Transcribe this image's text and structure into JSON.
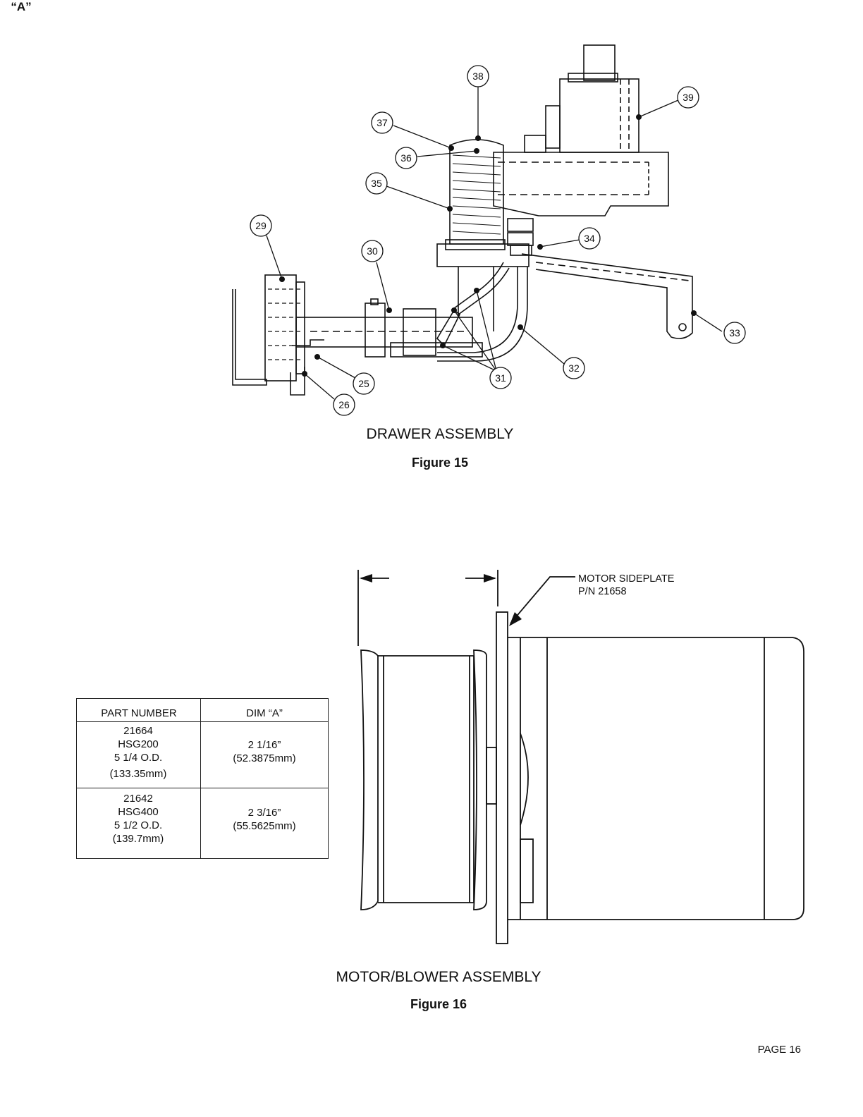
{
  "figure15": {
    "title": "DRAWER ASSEMBLY",
    "number": "Figure 15",
    "callouts": [
      "38",
      "37",
      "36",
      "35",
      "39",
      "34",
      "29",
      "30",
      "33",
      "32",
      "31",
      "25",
      "26"
    ]
  },
  "figure16": {
    "title": "MOTOR/BLOWER ASSEMBLY",
    "number": "Figure 16",
    "dimension_label": "“A”",
    "sideplate_line1": "MOTOR SIDEPLATE",
    "sideplate_line2": "P/N 21658"
  },
  "table": {
    "headers": [
      "PART NUMBER",
      "DIM “A”"
    ],
    "rows": [
      {
        "part": [
          "21664",
          "HSG200",
          "5 1/4 O.D.",
          "(133.35mm)"
        ],
        "dim": [
          "2 1/16”",
          "(52.3875mm)"
        ]
      },
      {
        "part": [
          "21642",
          "HSG400",
          "5 1/2 O.D.",
          "(139.7mm)"
        ],
        "dim": [
          "2 3/16”",
          "(55.5625mm)"
        ]
      }
    ]
  },
  "page_number": "PAGE 16"
}
